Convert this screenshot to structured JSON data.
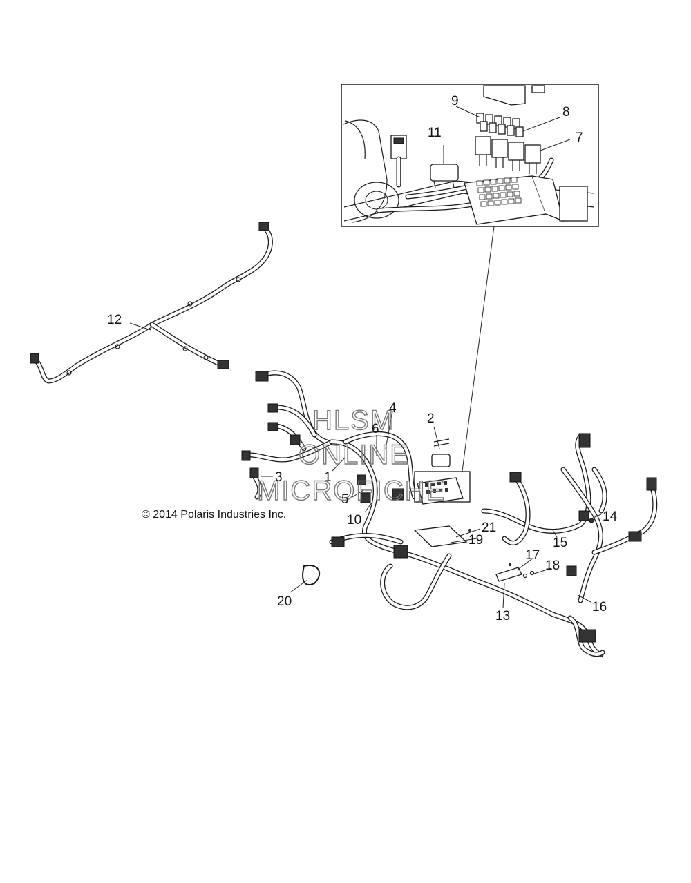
{
  "copyright": "© 2014 Polaris Industries Inc.",
  "watermark": {
    "line1": "HLSM",
    "line2": "ONLINE",
    "line3": "MICROFICHE"
  },
  "callouts": {
    "c1": "1",
    "c2": "2",
    "c3": "3",
    "c4": "4",
    "c5": "5",
    "c6": "6",
    "c7": "7",
    "c8": "8",
    "c9": "9",
    "c10": "10",
    "c11": "11",
    "c12": "12",
    "c13": "13",
    "c14": "14",
    "c15": "15",
    "c16": "16",
    "c17": "17",
    "c18": "18",
    "c19": "19",
    "c20": "20",
    "c21": "21"
  }
}
